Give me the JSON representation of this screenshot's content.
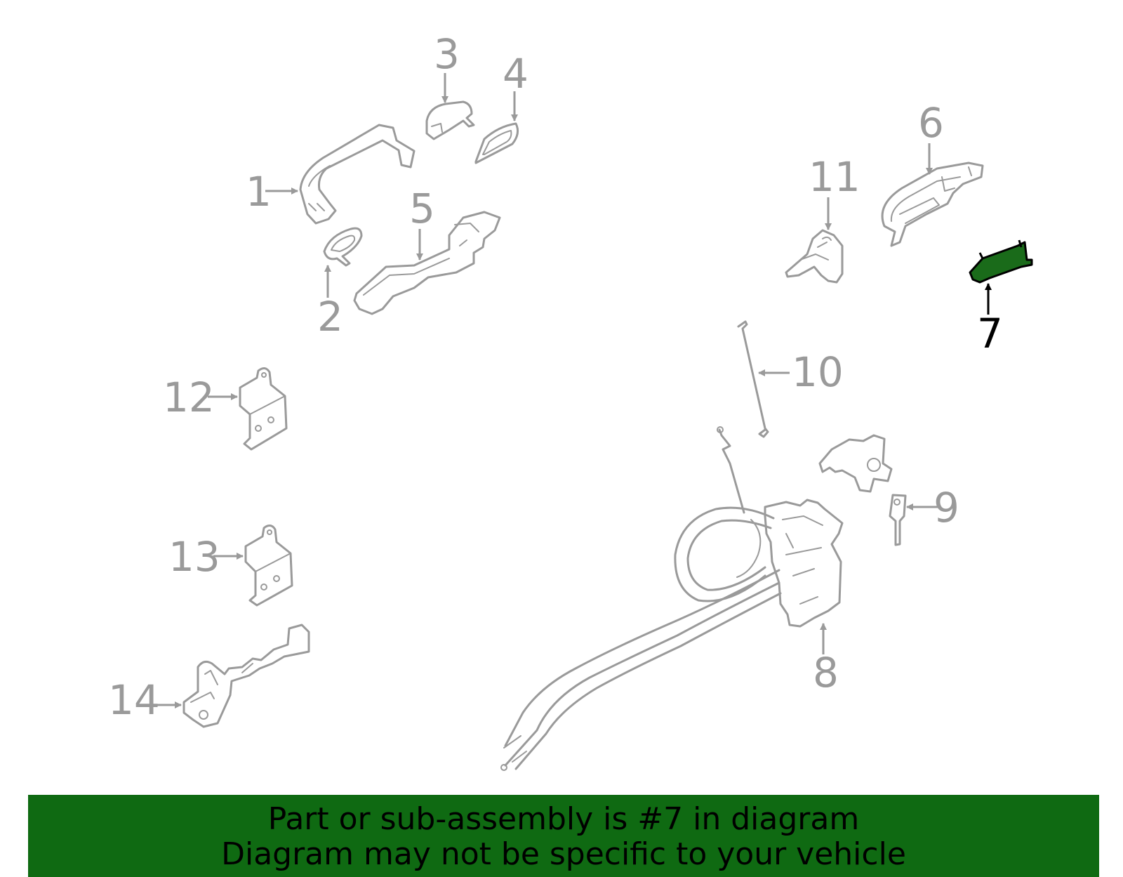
{
  "callouts": {
    "c1": "1",
    "c2": "2",
    "c3": "3",
    "c4": "4",
    "c5": "5",
    "c6": "6",
    "c7": "7",
    "c8": "8",
    "c9": "9",
    "c10": "10",
    "c11": "11",
    "c12": "12",
    "c13": "13",
    "c14": "14"
  },
  "highlight": {
    "part": "7",
    "color": "#1a6b1a"
  },
  "banner": {
    "line1": "Part or sub-assembly is #7 in diagram",
    "line2": "Diagram may not be specific to your vehicle",
    "color": "#0f6a12"
  }
}
